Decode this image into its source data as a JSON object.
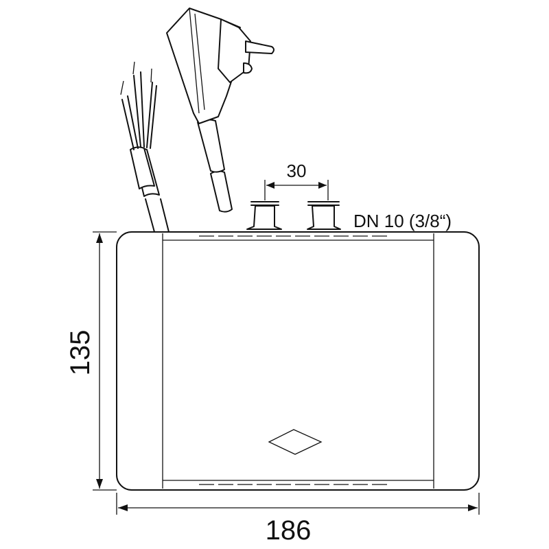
{
  "drawing": {
    "dim_height": "135",
    "dim_width": "186",
    "dim_connection_spacing": "30",
    "connection_label": "DN 10 (3/8“)"
  }
}
